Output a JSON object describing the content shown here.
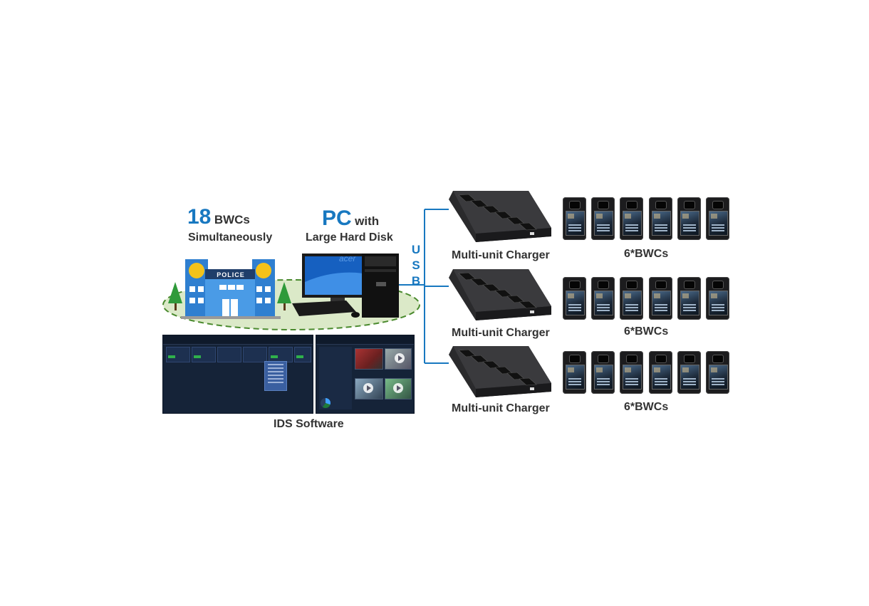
{
  "left": {
    "bwc_count": "18",
    "bwc_unit": "BWCs",
    "simultaneously": "Simultaneously",
    "pc_big": "PC",
    "pc_with": "with",
    "pc_sub": "Large Hard Disk",
    "police_sign": "POLICE",
    "monitor_brand": "acer",
    "software_label": "IDS Software"
  },
  "usb": {
    "letters": [
      "U",
      "S",
      "B"
    ]
  },
  "chargers": [
    {
      "label": "Multi-unit Charger",
      "bwc_label": "6*BWCs"
    },
    {
      "label": "Multi-unit Charger",
      "bwc_label": "6*BWCs"
    },
    {
      "label": "Multi-unit Charger",
      "bwc_label": "6*BWCs"
    }
  ],
  "colors": {
    "accent": "#1878c0",
    "text": "#333333",
    "ellipse_fill": "#dbe9c8",
    "ellipse_border": "#4a8a2e",
    "building": "#2f7fd0"
  }
}
